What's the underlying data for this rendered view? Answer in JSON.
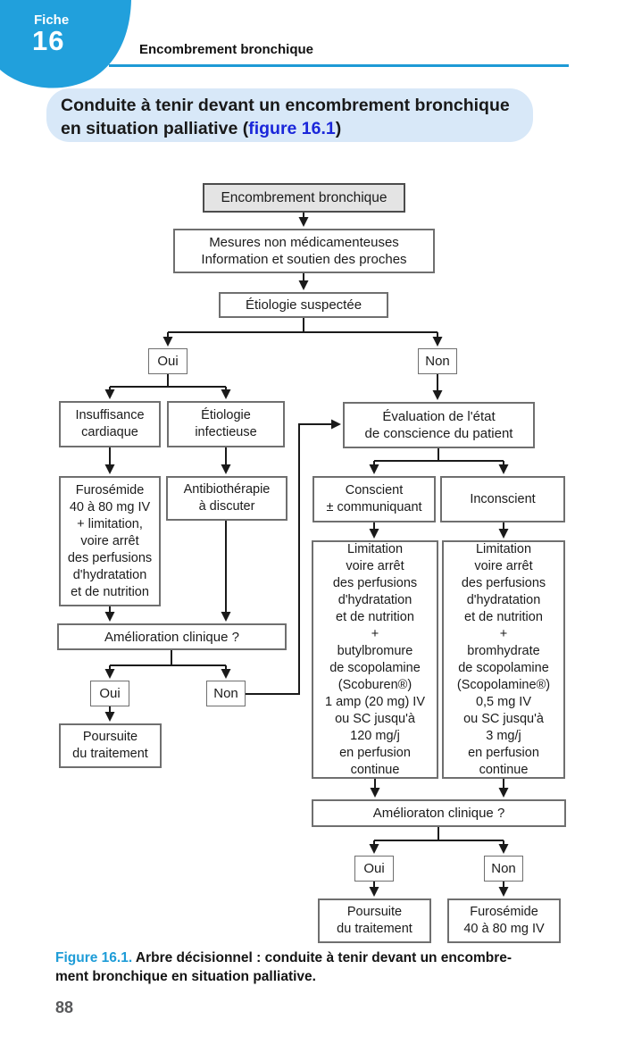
{
  "badge": {
    "label": "Fiche",
    "number": "16"
  },
  "header": {
    "title": "Encombrement bronchique"
  },
  "banner": {
    "line1": "Conduite à tenir devant un encombrement bronchique",
    "line2_prefix": "en situation palliative (",
    "figure_link": "figure 16.1",
    "line2_suffix": ")"
  },
  "colors": {
    "accent_blue": "#1e9ad6",
    "figure_link_blue": "#1b27da",
    "banner_background": "#d8e8f8",
    "root_box_background": "#e4e4e4",
    "box_border_gray": "#6f6f6f",
    "connector_black": "#1a1a1a",
    "folio_gray": "#58595b"
  },
  "flowchart": {
    "nodes": [
      {
        "id": "root",
        "text": "Encombrement bronchique"
      },
      {
        "id": "mesures",
        "text": "Mesures non médicamenteuses\nInformation et soutien des proches"
      },
      {
        "id": "etiologie-suspectee",
        "text": "Étiologie suspectée"
      },
      {
        "id": "oui-1",
        "text": "Oui"
      },
      {
        "id": "non-1",
        "text": "Non"
      },
      {
        "id": "insuffisance-cardiaque",
        "text": "Insuffisance\ncardiaque"
      },
      {
        "id": "etiologie-infectieuse",
        "text": "Étiologie\ninfectieuse"
      },
      {
        "id": "evaluation-conscience",
        "text": "Évaluation de l'état\nde conscience du patient"
      },
      {
        "id": "furosemide-1",
        "text": "Furosémide\n40 à 80 mg IV\n+ limitation,\nvoire arrêt\ndes perfusions\nd'hydratation\net de nutrition"
      },
      {
        "id": "antibiotherapie",
        "text": "Antibiothérapie\nà discuter"
      },
      {
        "id": "conscient",
        "text": "Conscient\n± communiquant"
      },
      {
        "id": "inconscient",
        "text": "Inconscient"
      },
      {
        "id": "limitation-conscient",
        "text": "Limitation\nvoire arrêt\ndes perfusions\nd'hydratation\net de nutrition\n+\nbutylbromure\nde scopolamine\n(Scoburen®)\n1 amp (20 mg) IV\nou SC jusqu'à\n120 mg/j\nen perfusion\ncontinue"
      },
      {
        "id": "limitation-inconscient",
        "text": "Limitation\nvoire arrêt\ndes perfusions\nd'hydratation\net de nutrition\n+\nbromhydrate\nde scopolamine\n(Scopolamine®)\n0,5 mg IV\nou SC jusqu'à\n3 mg/j\nen perfusion\ncontinue"
      },
      {
        "id": "amelioration-1",
        "text": "Amélioration clinique ?"
      },
      {
        "id": "oui-2",
        "text": "Oui"
      },
      {
        "id": "non-2",
        "text": "Non"
      },
      {
        "id": "poursuite-1",
        "text": "Poursuite\ndu traitement"
      },
      {
        "id": "amelioration-2",
        "text": "Amélioraton clinique ?"
      },
      {
        "id": "oui-3",
        "text": "Oui"
      },
      {
        "id": "non-3",
        "text": "Non"
      },
      {
        "id": "poursuite-2",
        "text": "Poursuite\ndu traitement"
      },
      {
        "id": "furosemide-2",
        "text": "Furosémide\n40 à 80 mg IV"
      }
    ]
  },
  "caption": {
    "label": "Figure 16.1.",
    "line1": "Arbre décisionnel : conduite à tenir devant un encombre-",
    "line2": "ment bronchique en situation palliative."
  },
  "page_number": "88"
}
